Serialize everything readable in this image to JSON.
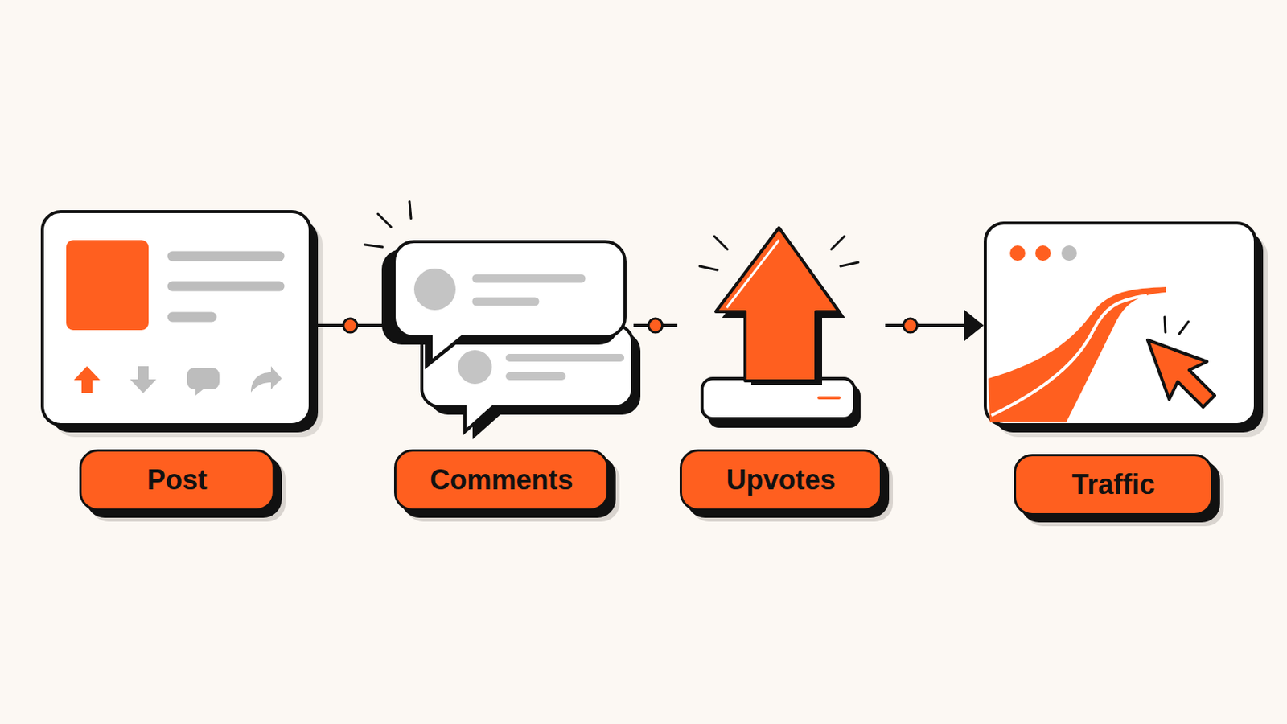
{
  "diagram": {
    "nodes": [
      {
        "text": [
          "Post"
        ]
      },
      {
        "text": [
          "Comments"
        ]
      },
      {
        "text": [
          "Upvotes"
        ]
      },
      {
        "text": [
          "Traffic"
        ]
      }
    ],
    "edges": [
      {
        "from": 0,
        "to": 1,
        "arrow": "none"
      },
      {
        "from": 1,
        "to": 2,
        "arrow": "none"
      },
      {
        "from": 2,
        "to": 3,
        "arrow": "to"
      }
    ]
  }
}
